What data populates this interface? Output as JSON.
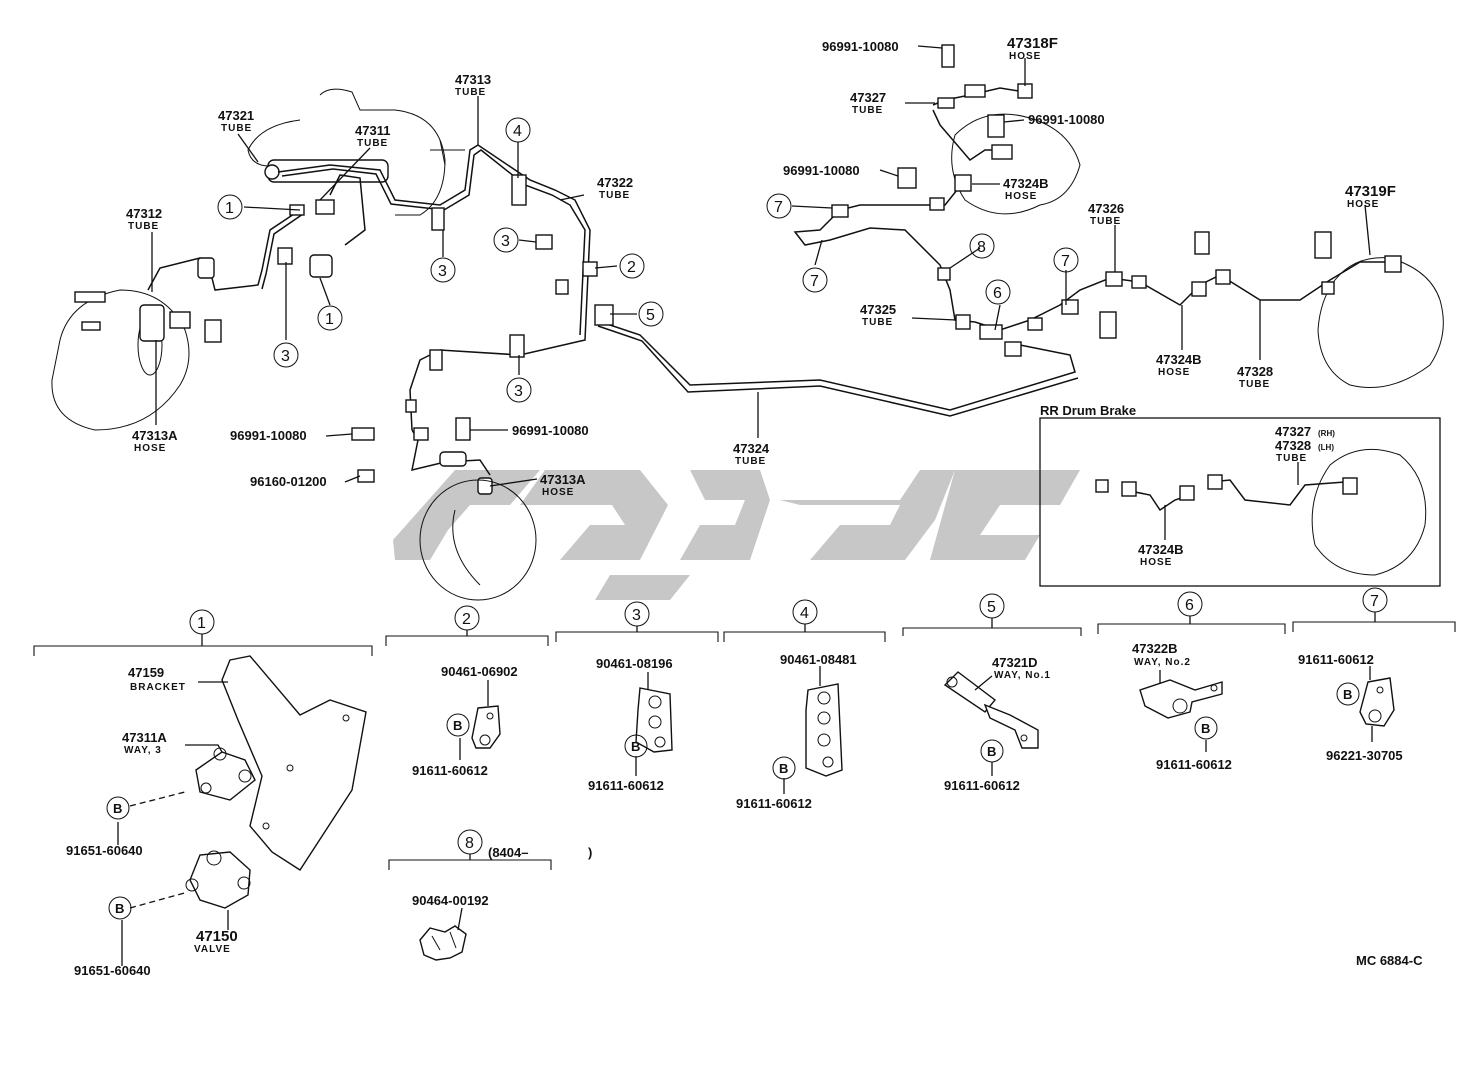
{
  "watermark": {
    "color": "#b9b9b9"
  },
  "labels": {
    "p47313": "47313",
    "t47313": "TUBE",
    "p47321": "47321",
    "t47321": "TUBE",
    "p47311": "47311",
    "t47311": "TUBE",
    "p47312": "47312",
    "t47312": "TUBE",
    "p47322": "47322",
    "t47322": "TUBE",
    "p47313A_l": "47313A",
    "h47313A_l": "HOSE",
    "p96991_a": "96991-10080",
    "p96991_b": "96991-10080",
    "p96160": "96160-01200",
    "p47313A_r": "47313A",
    "h47313A_r": "HOSE",
    "p47324": "47324",
    "t47324": "TUBE",
    "p96991_c": "96991-10080",
    "p96991_d": "96991-10080",
    "p96991_e": "96991-10080",
    "p47318F": "47318F",
    "h47318F": "HOSE",
    "p47327": "47327",
    "t47327": "TUBE",
    "p47324B_top": "47324B",
    "h47324B_top": "HOSE",
    "p47319F": "47319F",
    "h47319F": "HOSE",
    "p47326": "47326",
    "t47326": "TUBE",
    "p47325": "47325",
    "t47325": "TUBE",
    "p47324B_mid": "47324B",
    "h47324B_mid": "HOSE",
    "p47328": "47328",
    "t47328": "TUBE",
    "rr_title": "RR Drum Brake",
    "rr_p47327": "47327",
    "rr_rh": "(RH)",
    "rr_p47328": "47328",
    "rr_lh": "(LH)",
    "rr_tube": "TUBE",
    "rr_p47324B": "47324B",
    "rr_hose": "HOSE",
    "g1_47159": "47159",
    "g1_bracket": "BRACKET",
    "g1_47311A": "47311A",
    "g1_way3": "WAY, 3",
    "g1_91651a": "91651-60640",
    "g1_47150": "47150",
    "g1_valve": "VALVE",
    "g1_91651b": "91651-60640",
    "g2_top": "90461-06902",
    "g2_bot": "91611-60612",
    "g3_top": "90461-08196",
    "g3_bot": "91611-60612",
    "g4_top": "90461-08481",
    "g4_bot": "91611-60612",
    "g5_top": "47321D",
    "g5_way": "WAY, No.1",
    "g5_bot": "91611-60612",
    "g6_top": "47322B",
    "g6_way": "WAY, No.2",
    "g6_bot": "91611-60612",
    "g7_top": "91611-60612",
    "g7_bot": "96221-30705",
    "g8_date": "(8404–",
    "g8_close": ")",
    "g8_part": "90464-00192",
    "code": "MC 6884-C",
    "b": "B",
    "c1": "1",
    "c2": "2",
    "c3": "3",
    "c4": "4",
    "c5": "5",
    "c6": "6",
    "c7": "7",
    "c8": "8"
  }
}
